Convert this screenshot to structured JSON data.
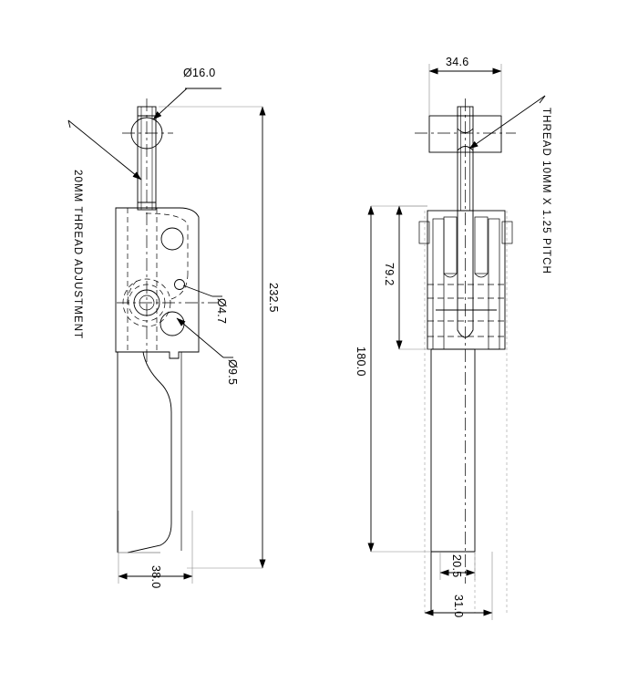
{
  "drawing": {
    "type": "engineering-drawing",
    "subject": "toggle latch clamp handle",
    "views": [
      {
        "name": "side-elevation",
        "label": ""
      },
      {
        "name": "front-elevation",
        "label": ""
      }
    ]
  },
  "annotations": {
    "thread_adjustment_note": "20MM THREAD ADJUSTMENT",
    "thread_spec_note": "THREAD 10MM X 1.25 PITCH"
  },
  "dimensions": {
    "ball_diameter": "Ø16.0",
    "overall_height": "232.5",
    "hole_small": "Ø4.7",
    "hole_large": "Ø9.5",
    "base_width": "38.0",
    "top_width": "34.6",
    "upper_span": "79.2",
    "lower_span": "180.0",
    "inner_width": "20.5",
    "outer_width": "31.0"
  },
  "style": {
    "line_color": "#000000",
    "hidden_line_color": "#000000",
    "center_line_color": "#000000",
    "background": "#ffffff"
  }
}
